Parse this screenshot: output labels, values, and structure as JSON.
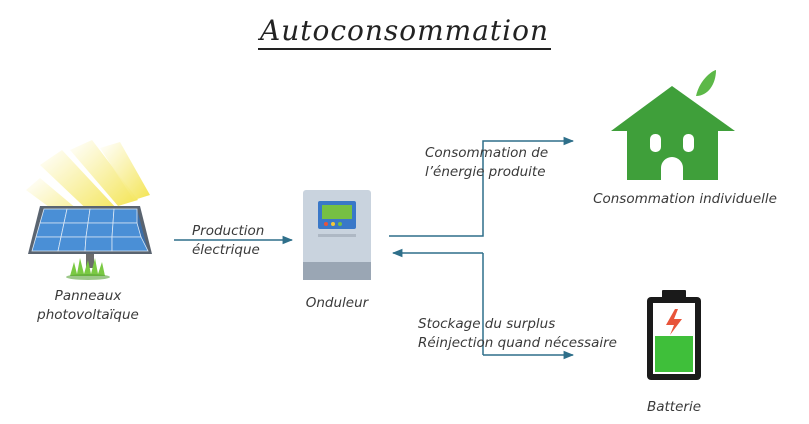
{
  "title": "Autoconsommation",
  "nodes": {
    "panels": {
      "label_line1": "Panneaux",
      "label_line2": "photovoltaïque"
    },
    "inverter": {
      "label": "Onduleur"
    },
    "house": {
      "label": "Consommation individuelle"
    },
    "battery": {
      "label": "Batterie"
    }
  },
  "edges": {
    "production": {
      "line1": "Production",
      "line2": "électrique"
    },
    "consumption": {
      "line1": "Consommation de",
      "line2": "l’énergie produite"
    },
    "storage": {
      "line1": "Stockage du surplus",
      "line2": "Réinjection quand nécessaire"
    }
  },
  "colors": {
    "arrow": "#2e6f8a",
    "house": "#3f9f3a",
    "battery_fill": "#3fbf3a",
    "battery_bolt": "#e8543a",
    "sun_rays": "#f3e34a",
    "panel_cell": "#4a8fd6",
    "inverter_body": "#c9d3de",
    "inverter_screen": "#76c043"
  }
}
